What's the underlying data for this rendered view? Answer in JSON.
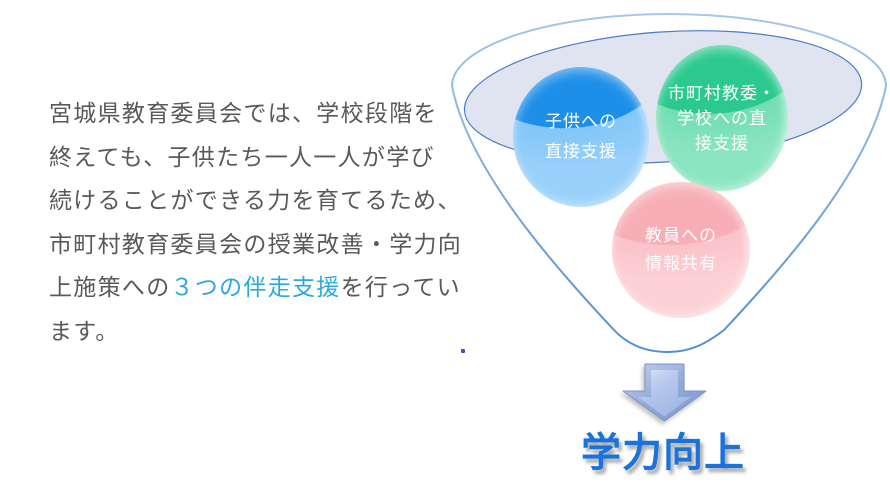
{
  "paragraph": {
    "lines": [
      {
        "text": "宮城県教育委員会では、学校段階を"
      },
      {
        "text": "終えても、子供たち一人一人が学び"
      },
      {
        "text": "続けることができる力を育てるため、"
      },
      {
        "text": "市町村教育委員会の授業改善・学力向"
      },
      {
        "pre": "上施策への",
        "highlight": "３つの伴走支援",
        "post": "を行ってい"
      },
      {
        "text": "ます。"
      }
    ],
    "text_color": "#58595B",
    "highlight_color": "#29A9E1"
  },
  "funnel": {
    "basin_fill": "#E0E4F1",
    "basin_stroke": "#4C7CC8",
    "outline_color_top": "#A7C7E8",
    "outline_color_bottom": "#4E8FD0",
    "circles": [
      {
        "id": "children-direct-support",
        "lines": [
          "子供への",
          "直接支援"
        ],
        "color": "#1E8FE9",
        "color_light": "#8ACAF8"
      },
      {
        "id": "municipal-school-direct-support",
        "lines": [
          "市町村教委・",
          "学校への直",
          "接支援"
        ],
        "color": "#2BC98F",
        "color_light": "#7FE0B5"
      },
      {
        "id": "teacher-info-sharing",
        "lines": [
          "教員への",
          "情報共有"
        ],
        "color": "#F8AEB6",
        "color_light": "#FBC9CE"
      }
    ]
  },
  "arrow": {
    "name": "down-arrow",
    "color": "#A9BFE8",
    "edge_color": "#8CA5D6"
  },
  "goal": {
    "text": "学力向上",
    "color": "#1A73DB"
  }
}
